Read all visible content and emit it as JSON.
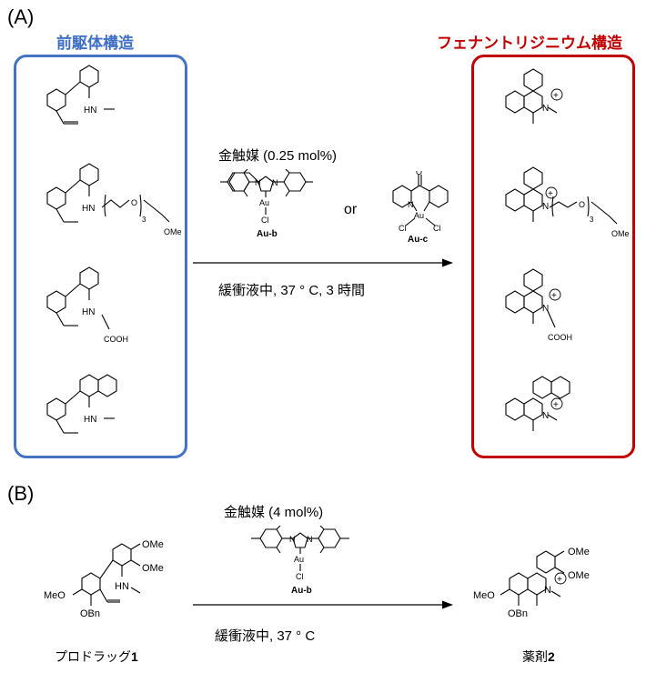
{
  "panel_a": {
    "label": "(A)",
    "precursor_header": "前駆体構造",
    "product_header": "フェナントリジニウム構造",
    "condition_top": "金触媒 (0.25 mol%)",
    "condition_bottom": "緩衝液中, 37 ° C, 3 時間",
    "or_text": "or",
    "catalyst_b": "Au-b",
    "catalyst_c": "Au-c",
    "precursors": [
      {
        "amine": "HN",
        "substituent": "—"
      },
      {
        "amine": "HN",
        "chain_sub": "3",
        "chain_end": "OMe",
        "chain_o": "O"
      },
      {
        "amine": "HN",
        "acid": "COOH"
      },
      {
        "amine": "HN",
        "substituent": "—"
      }
    ],
    "products": [
      {
        "n": "N",
        "charge": "+"
      },
      {
        "n": "N",
        "charge": "+",
        "chain_sub": "3",
        "chain_end": "OMe",
        "chain_o": "O"
      },
      {
        "n": "N",
        "charge": "+",
        "acid": "COOH"
      },
      {
        "n": "N",
        "charge": "+"
      }
    ]
  },
  "panel_b": {
    "label": "(B)",
    "condition_top": "金触媒 (4 mol%)",
    "condition_bottom": "緩衝液中, 37 ° C",
    "catalyst_b": "Au-b",
    "prodrug_caption": "プロドラッグ",
    "prodrug_number": "1",
    "drug_caption": "薬剤",
    "drug_number": "2",
    "ome": "OMe",
    "meo": "MeO",
    "obn": "OBn",
    "hn": "HN"
  },
  "atoms": {
    "au": "Au",
    "cl": "Cl",
    "n": "N",
    "o": "O",
    "plus": "+"
  },
  "colors": {
    "precursor_box": "#4472c4",
    "product_box": "#c00000",
    "precursor_header": "#3f6fc4",
    "product_header": "#c00000"
  }
}
